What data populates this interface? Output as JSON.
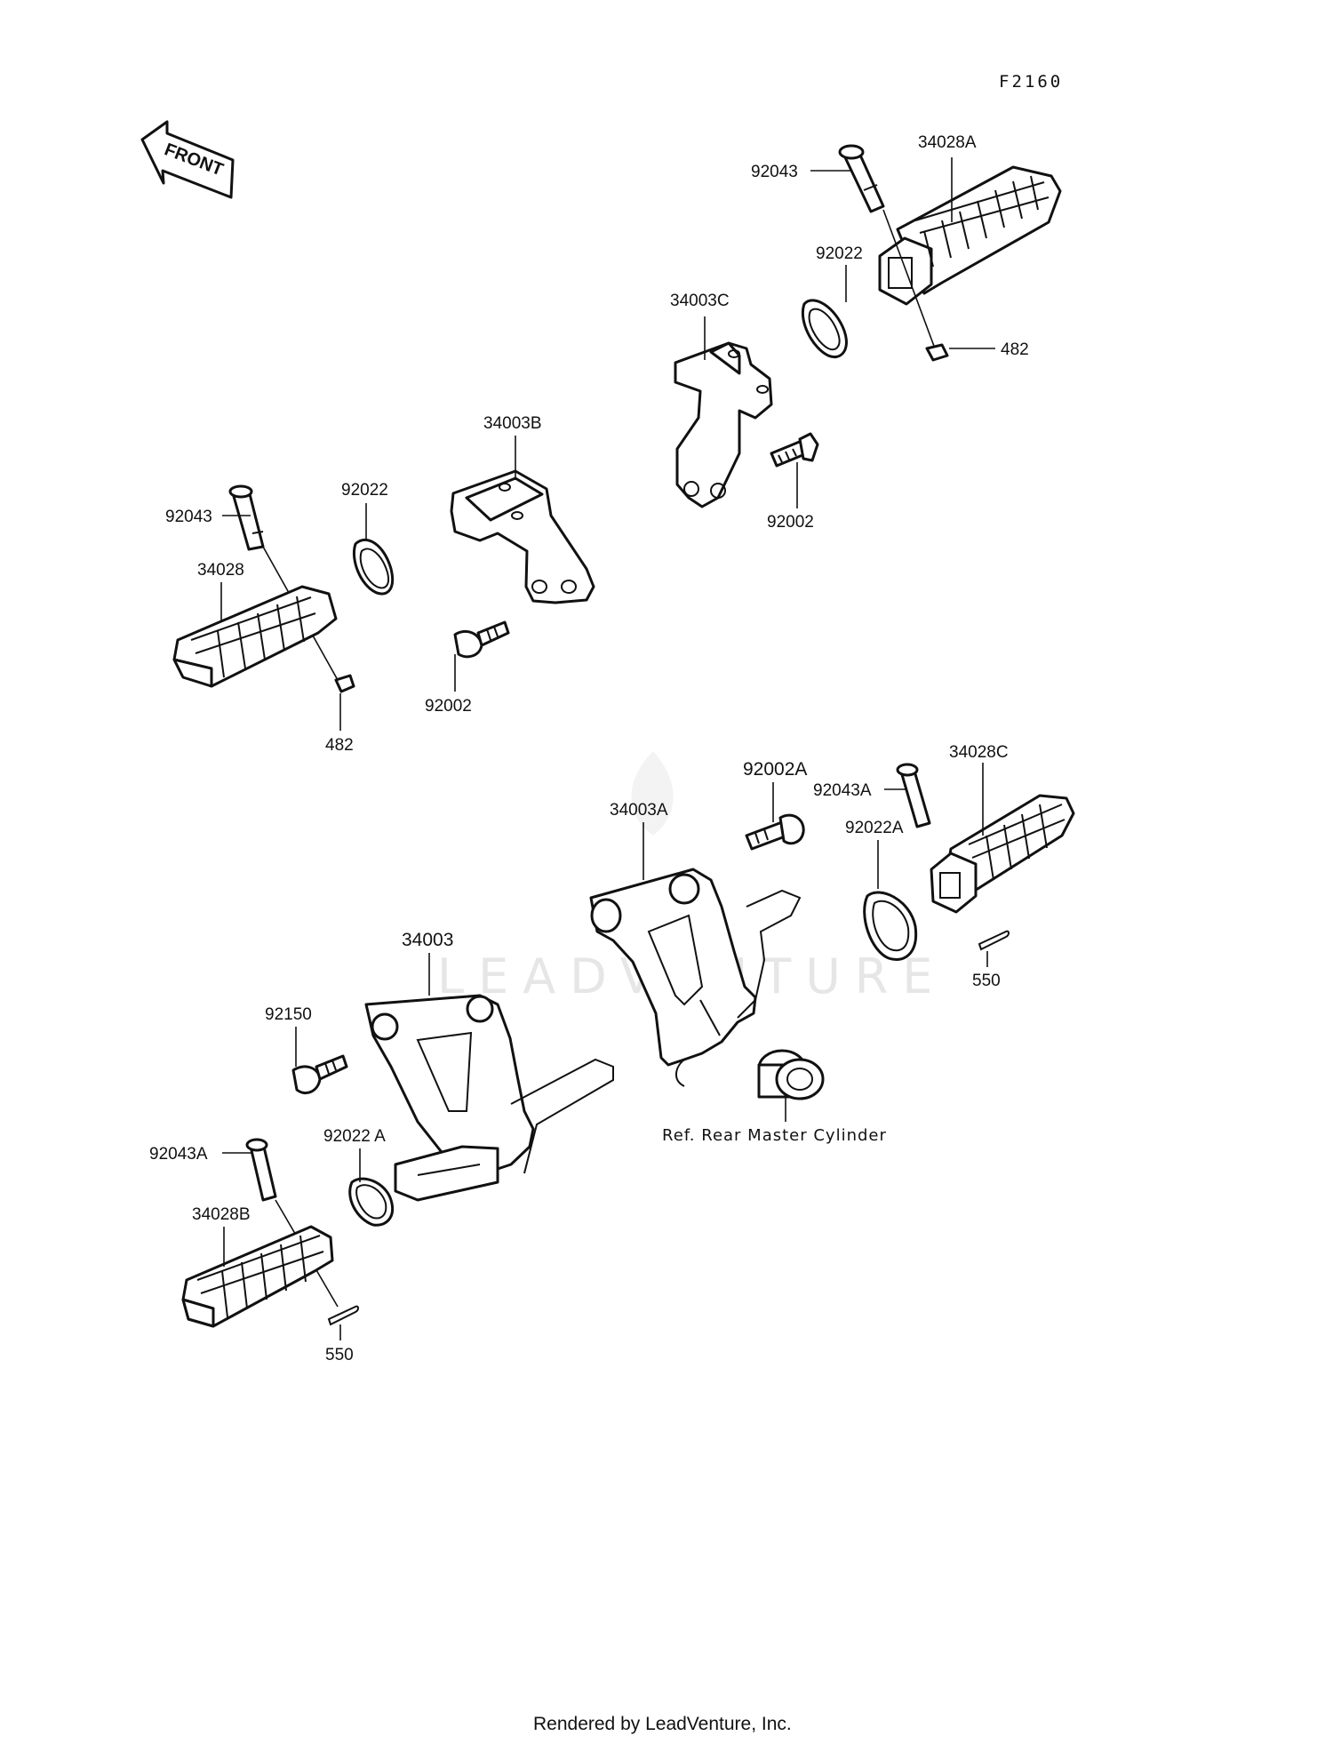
{
  "diagram_code": "F2160",
  "front_label": "FRONT",
  "watermark": "LEADVENTURE",
  "reference_note": "Ref. Rear Master Cylinder",
  "footer": "Rendered by LeadVenture, Inc.",
  "labels": {
    "top_right_pin": "92043",
    "top_right_footpeg": "34028A",
    "top_right_washer": "92022",
    "top_right_bracket": "34003C",
    "top_right_clip": "482",
    "top_right_bolt": "92002",
    "top_left_bracket": "34003B",
    "top_left_pin": "92043",
    "top_left_washer": "92022",
    "top_left_footpeg": "34028",
    "top_left_bolt": "92002",
    "top_left_clip": "482",
    "bottom_right_bolt": "92002A",
    "bottom_right_pin": "92043A",
    "bottom_right_footpeg": "34028C",
    "bottom_right_bracket": "34003A",
    "bottom_right_washer": "92022A",
    "bottom_right_clip": "550",
    "bottom_left_bracket": "34003",
    "bottom_left_bolt": "92150",
    "bottom_left_washer": "92022 A",
    "bottom_left_pin": "92043A",
    "bottom_left_footpeg": "34028B",
    "bottom_left_clip": "550"
  }
}
